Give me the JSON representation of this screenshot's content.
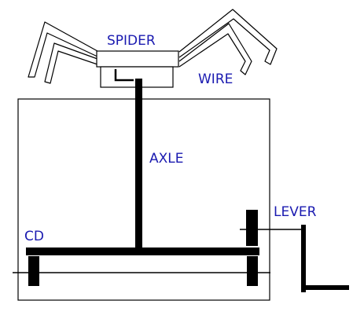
{
  "diagram": {
    "labels": {
      "spider": "SPIDER",
      "wire": "WIRE",
      "axle": "AXLE",
      "lever": "LEVER",
      "cd": "CD"
    },
    "colors": {
      "label": "#1a1ab0",
      "stroke": "#000000",
      "background": "#ffffff"
    }
  }
}
